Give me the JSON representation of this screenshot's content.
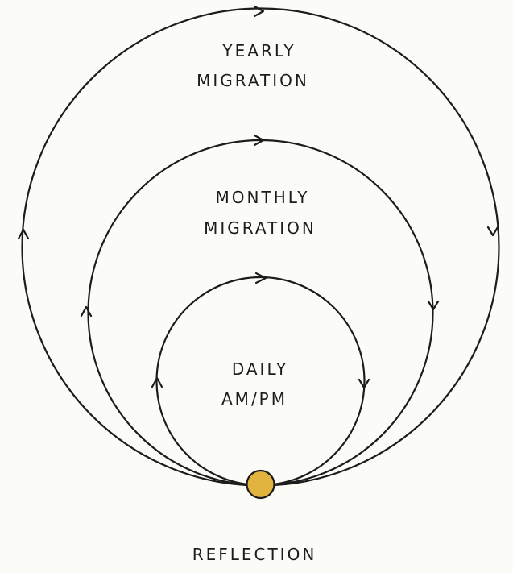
{
  "diagram": {
    "loops": [
      {
        "id": "yearly",
        "line1": "YEARLY",
        "line2": "MIGRATION"
      },
      {
        "id": "monthly",
        "line1": "MONTHLY",
        "line2": "MIGRATION"
      },
      {
        "id": "daily",
        "line1": "DAILY",
        "line2": "AM/PM"
      }
    ],
    "center_label": "REFLECTION"
  },
  "colors": {
    "stroke": "#1c1c1c",
    "node_fill": "#e0b43e",
    "background": "#fbfbf8"
  }
}
